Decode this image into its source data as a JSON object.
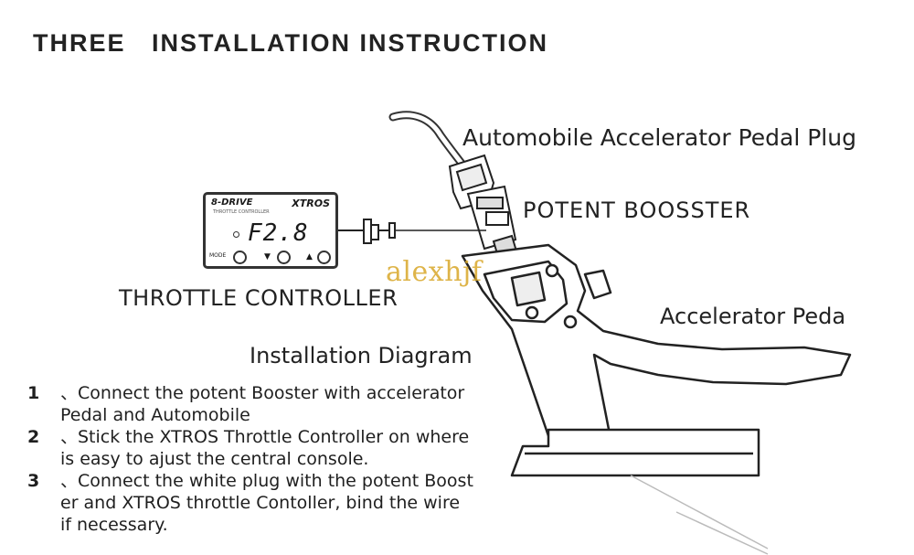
{
  "title": "THREE   INSTALLATION INSTRUCTION",
  "labels": {
    "plug": "Automobile Accelerator Pedal Plug",
    "booster": "POTENT BOOSSTER",
    "controller": "THROTTLE CONTROLLER",
    "pedal": "Accelerator Peda",
    "diagram": "Installation Diagram"
  },
  "device": {
    "brand": "8-DRIVE",
    "maker": "XTROS",
    "subtitle": "THROTTLE CONTROLLER",
    "readout": "F2.8",
    "mode_label": "MODE"
  },
  "watermark": "alexhjf",
  "steps": [
    {
      "num": "1",
      "text": "、Connect the potent Booster with accelerator\nPedal and Automobile"
    },
    {
      "num": "2",
      "text": "、Stick the XTROS Throttle Controller on where\nis easy to ajust the central console."
    },
    {
      "num": "3",
      "text": "、Connect the white plug with the potent Boost\ner and XTROS throttle Contoller,  bind the wire\nif necessary."
    }
  ]
}
